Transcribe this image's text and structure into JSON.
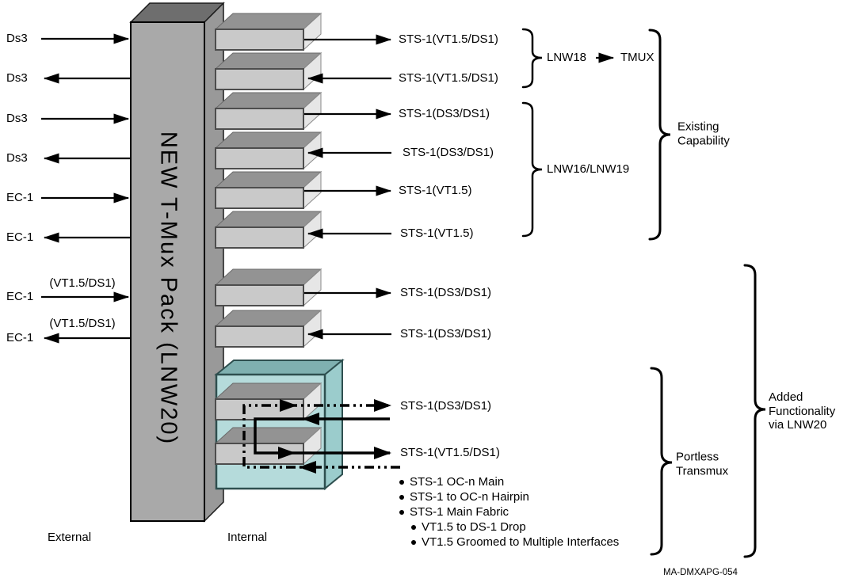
{
  "figure": {
    "box_title": "NEW T-Mux Pack (LNW20)",
    "external_label": "External",
    "internal_label": "Internal",
    "figure_id": "MA-DMXAPG-054"
  },
  "external_ports": [
    {
      "label": "Ds3",
      "direction": "in"
    },
    {
      "label": "Ds3",
      "direction": "out"
    },
    {
      "label": "Ds3",
      "direction": "in"
    },
    {
      "label": "Ds3",
      "direction": "out"
    },
    {
      "label": "EC-1",
      "direction": "in"
    },
    {
      "label": "EC-1",
      "direction": "out"
    },
    {
      "label": "EC-1",
      "direction": "in",
      "annotation": "(VT1.5/DS1)"
    },
    {
      "label": "EC-1",
      "direction": "out",
      "annotation": "(VT1.5/DS1)"
    }
  ],
  "internal_ports": {
    "existing_vt": [
      {
        "label": "STS-1(VT1.5/DS1)",
        "direction": "out"
      },
      {
        "label": "STS-1(VT1.5/DS1)",
        "direction": "in"
      }
    ],
    "existing_ds3": [
      {
        "label": "STS-1(DS3/DS1)",
        "direction": "out"
      },
      {
        "label": "STS-1(DS3/DS1)",
        "direction": "in"
      },
      {
        "label": "STS-1(VT1.5)",
        "direction": "out"
      },
      {
        "label": "STS-1(VT1.5)",
        "direction": "in"
      }
    ],
    "added_ds3": [
      {
        "label": "STS-1(DS3/DS1)",
        "direction": "out"
      },
      {
        "label": "STS-1(DS3/DS1)",
        "direction": "in"
      }
    ],
    "portless_transmux": [
      {
        "label": "STS-1(DS3/DS1)",
        "direction": "out",
        "line_style": "dashed"
      },
      {
        "label": "STS-1(VT1.5/DS1)",
        "direction": "out",
        "line_style": "solid"
      }
    ]
  },
  "annotations": {
    "lnw18": {
      "label": "LNW18",
      "arrow_target": "TMUX"
    },
    "lnw16_19": {
      "label": "LNW16/LNW19"
    },
    "existing_capability": {
      "label": "Existing\nCapability"
    },
    "portless_transmux": {
      "label": "Portless\nTransmux"
    },
    "added_functionality": {
      "label": "Added\nFunctionality\nvia LNW20"
    }
  },
  "portless_features": [
    {
      "text": "STS-1 OC-n Main",
      "indent": 0
    },
    {
      "text": "STS-1 to OC-n Hairpin",
      "indent": 0
    },
    {
      "text": "STS-1 Main Fabric",
      "indent": 0
    },
    {
      "text": "VT1.5 to DS-1 Drop",
      "indent": 1
    },
    {
      "text": "VT1.5 Groomed to Multiple Interfaces",
      "indent": 1
    }
  ],
  "colors": {
    "box_front": "#a9a9a9",
    "box_top": "#6e6e6e",
    "box_side": "#999999",
    "slab_front": "#c9c9c9",
    "slab_top": "#939393",
    "slab_side": "#e6e6e6",
    "teal_front": "#b5dbdb",
    "teal_top": "#7fb0b0",
    "teal_side": "#9bcccc",
    "line": "#000000"
  }
}
